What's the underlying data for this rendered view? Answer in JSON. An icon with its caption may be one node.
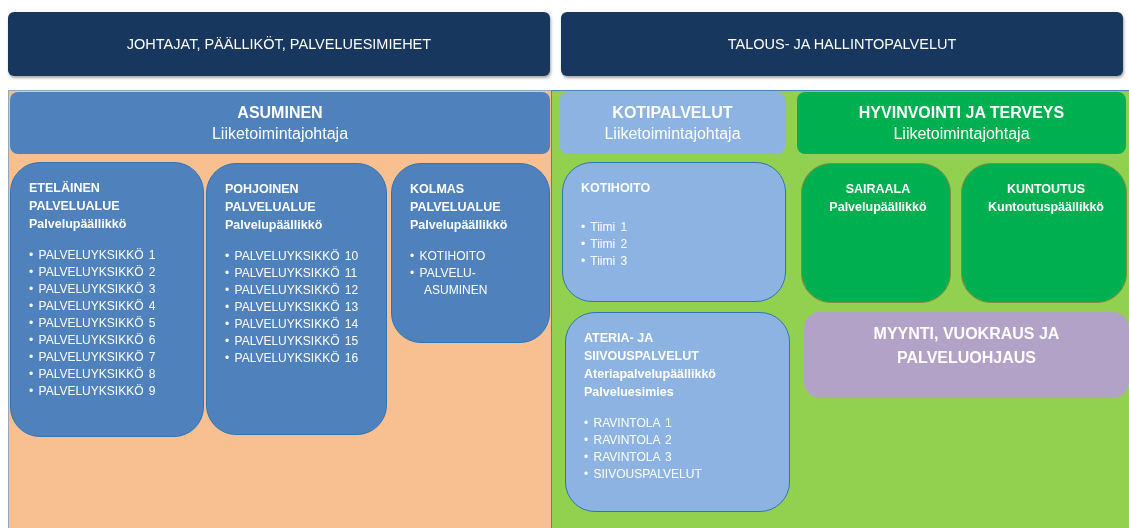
{
  "diagram": {
    "nodes": [
      {
        "text": [
          "JOHTAJAT, PÄÄLLIKÖT, PALVELUESIMIEHET"
        ]
      },
      {
        "text": [
          "TALOUS- JA HALLINTOPALVELUT"
        ]
      },
      {
        "text": [
          "ASUMINEN",
          "Liiketoimintajohtaja"
        ]
      },
      {
        "text": [
          "ETELÄINEN PALVELUALUE",
          "Palvelupäällikkö",
          "• PALVELUYKSIKKÖ 1",
          "• PALVELUYKSIKKÖ 2",
          "• PALVELUYKSIKKÖ 3",
          "• PALVELUYKSIKKÖ 4",
          "• PALVELUYKSIKKÖ 5",
          "• PALVELUYKSIKKÖ 6",
          "• PALVELUYKSIKKÖ 7",
          "• PALVELUYKSIKKÖ 8",
          "• PALVELUYKSIKKÖ 9"
        ]
      },
      {
        "text": [
          "POHJOINEN PALVELUALUE",
          "Palvelupäällikkö",
          "• PALVELUYKSIKKÖ 10",
          "• PALVELUYKSIKKÖ 11",
          "• PALVELUYKSIKKÖ 12",
          "• PALVELUYKSIKKÖ 13",
          "• PALVELUYKSIKKÖ 14",
          "• PALVELUYKSIKKÖ 15",
          "• PALVELUYKSIKKÖ 16"
        ]
      },
      {
        "text": [
          "KOLMAS PALVELUALUE",
          "Palvelupäällikkö",
          "• KOTIHOITO",
          "• PALVELU- ASUMINEN"
        ]
      },
      {
        "text": [
          "KOTIPALVELUT",
          "Liiketoimintajohtaja"
        ]
      },
      {
        "text": [
          "HYVINVOINTI JA TERVEYS",
          "Liiketoimintajohtaja"
        ]
      },
      {
        "text": [
          "KOTIHOITO",
          "• Tiimi 1",
          "• Tiimi 2",
          "• Tiimi 3"
        ]
      },
      {
        "text": [
          "SAIRAALA",
          "Palvelupäällikkö"
        ]
      },
      {
        "text": [
          "KUNTOUTUS",
          "Kuntoutuspäällikkö"
        ]
      },
      {
        "text": [
          "ATERIA- JA SIIVOUSPALVELUT",
          "Ateriapalvelupäällikkö",
          "Palveluesimies",
          "• RAVINTOLA 1",
          "• RAVINTOLA 2",
          "• RAVINTOLA 3",
          "• SIIVOUSPALVELUT"
        ]
      },
      {
        "text": [
          "MYYNTI, VUOKRAUS JA PALVELUOHJAUS"
        ]
      }
    ]
  }
}
